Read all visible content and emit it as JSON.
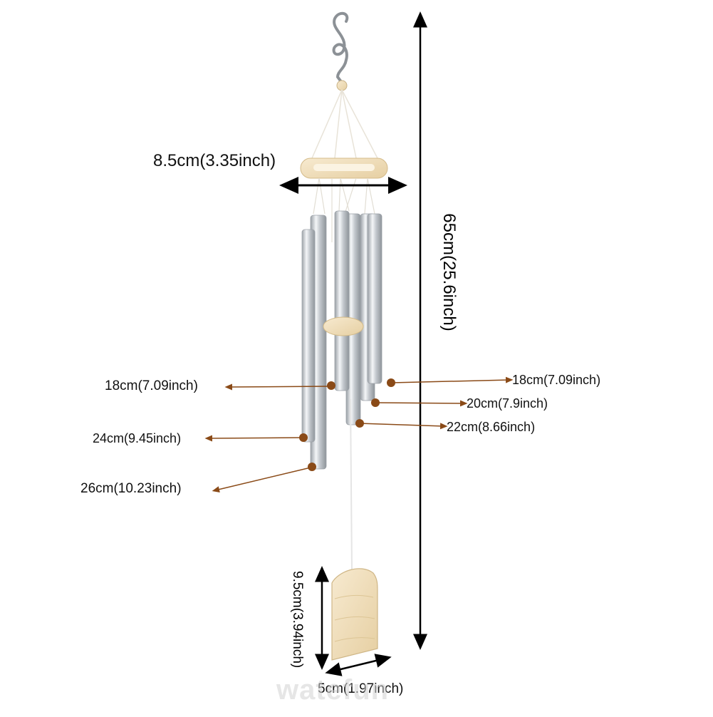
{
  "product": {
    "name": "wind-chime"
  },
  "dimensions": {
    "ring_diameter": "8.5cm(3.35inch)",
    "total_length": "65cm(25.6inch)",
    "sail_height": "9.5cm(3.94inch)",
    "sail_width": "5cm(1.97inch)"
  },
  "tubes": [
    {
      "label": "18cm(7.09inch)",
      "side": "left"
    },
    {
      "label": "24cm(9.45inch)",
      "side": "left"
    },
    {
      "label": "26cm(10.23inch)",
      "side": "left"
    },
    {
      "label": "18cm(7.09inch)",
      "side": "right"
    },
    {
      "label": "20cm(7.9inch)",
      "side": "right"
    },
    {
      "label": "22cm(8.66inch)",
      "side": "right"
    }
  ],
  "watermark": "watefun",
  "colors": {
    "background": "#ffffff",
    "wood": "#f0e0c0",
    "metal": "#c8ccd0",
    "callout": "#8a4a17",
    "arrow": "#000000"
  }
}
